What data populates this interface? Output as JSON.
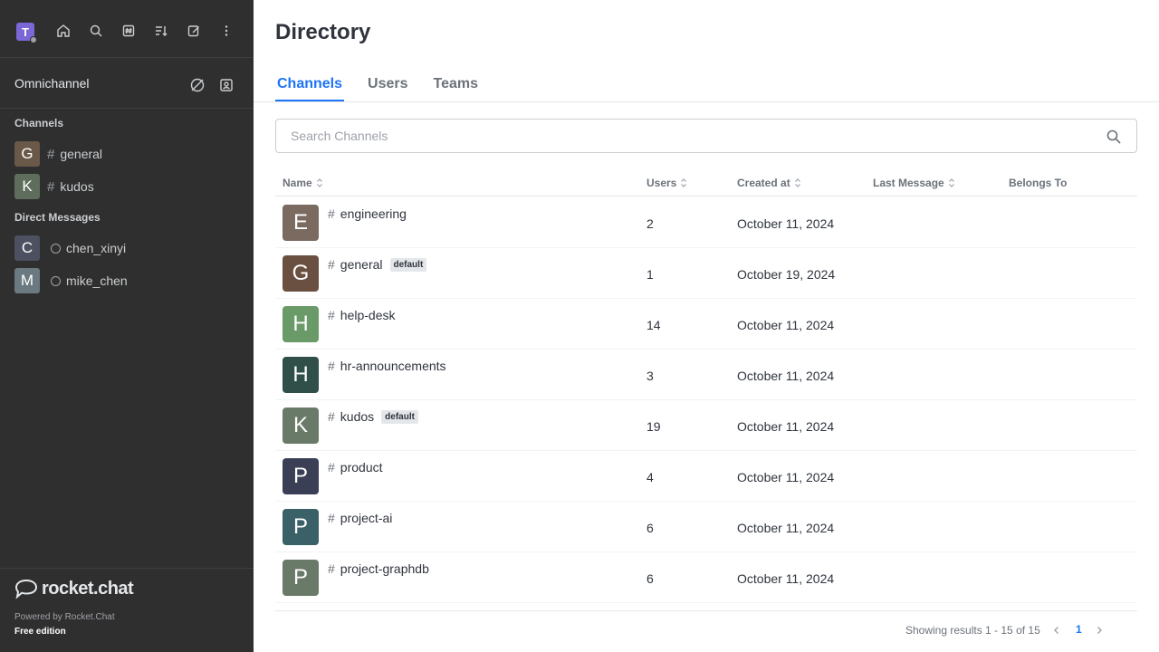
{
  "sidebar": {
    "user_avatar_letter": "T",
    "omnichannel_label": "Omnichannel",
    "channels_label": "Channels",
    "channels": [
      {
        "letter": "G",
        "name": "general",
        "color": "#6a5848"
      },
      {
        "letter": "K",
        "name": "kudos",
        "color": "#5f6e5c"
      }
    ],
    "dm_label": "Direct Messages",
    "direct_messages": [
      {
        "letter": "C",
        "name": "chen_xinyi",
        "color": "#4d5060"
      },
      {
        "letter": "M",
        "name": "mike_chen",
        "color": "#6a7a80"
      }
    ],
    "logo_text": "rocket.chat",
    "powered_by": "Powered by Rocket.Chat",
    "edition": "Free edition"
  },
  "main": {
    "title": "Directory",
    "tabs": [
      {
        "label": "Channels",
        "active": true
      },
      {
        "label": "Users",
        "active": false
      },
      {
        "label": "Teams",
        "active": false
      }
    ],
    "search_placeholder": "Search Channels",
    "columns": {
      "name": "Name",
      "users": "Users",
      "created_at": "Created at",
      "last_message": "Last Message",
      "belongs_to": "Belongs To"
    },
    "rows": [
      {
        "letter": "E",
        "name": "engineering",
        "users": "2",
        "created": "October 11, 2024",
        "badge": "",
        "color": "#7a6a60"
      },
      {
        "letter": "G",
        "name": "general",
        "users": "1",
        "created": "October 19, 2024",
        "badge": "default",
        "color": "#6a5040"
      },
      {
        "letter": "H",
        "name": "help-desk",
        "users": "14",
        "created": "October 11, 2024",
        "badge": "",
        "color": "#6a9a68"
      },
      {
        "letter": "H",
        "name": "hr-announcements",
        "users": "3",
        "created": "October 11, 2024",
        "badge": "",
        "color": "#2f4f48"
      },
      {
        "letter": "K",
        "name": "kudos",
        "users": "19",
        "created": "October 11, 2024",
        "badge": "default",
        "color": "#6a7a68"
      },
      {
        "letter": "P",
        "name": "product",
        "users": "4",
        "created": "October 11, 2024",
        "badge": "",
        "color": "#3a3f55"
      },
      {
        "letter": "P",
        "name": "project-ai",
        "users": "6",
        "created": "October 11, 2024",
        "badge": "",
        "color": "#3a6068"
      },
      {
        "letter": "P",
        "name": "project-graphdb",
        "users": "6",
        "created": "October 11, 2024",
        "badge": "",
        "color": "#6a7a68"
      }
    ],
    "results_text": "Showing results 1 - 15 of 15",
    "page_number": "1"
  },
  "colors": {
    "accent": "#1d74f5",
    "sidebar_bg": "#2f2f2f"
  }
}
